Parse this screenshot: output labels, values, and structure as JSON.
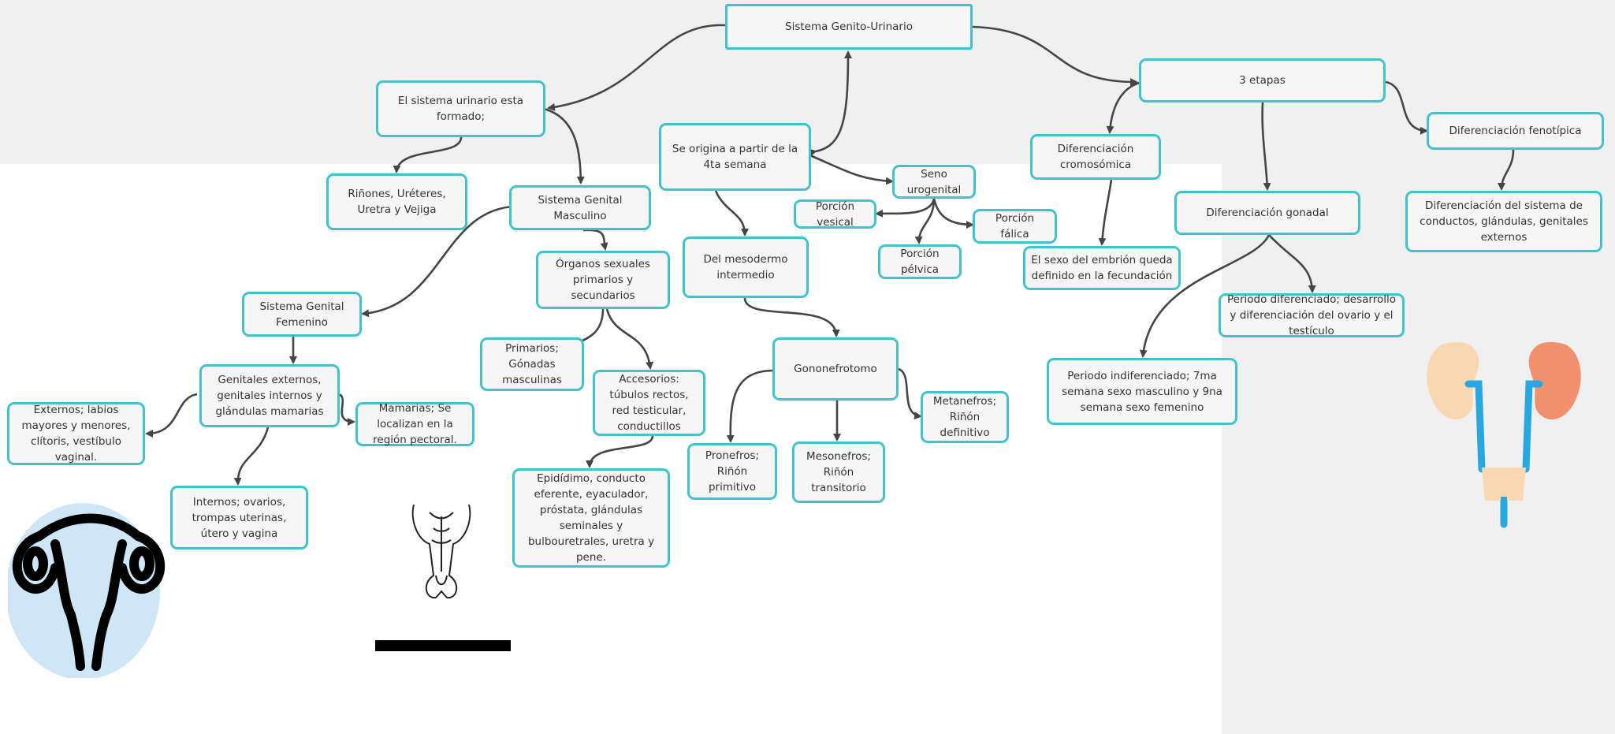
{
  "diagram": {
    "nodes": {
      "root": "Sistema Genito-Urinario",
      "urinario": "El sistema urinario esta formado;",
      "organos_urinarios": "Riñones, Uréteres, Uretra y Vejiga",
      "origen": "Se origina a partir de la 4ta semana",
      "masculino": "Sistema Genital Masculino",
      "femenino": "Sistema Genital Femenino",
      "fem_genitales": "Genitales externos, genitales internos y glándulas mamarias",
      "fem_externos": "Externos; labios mayores y menores, clítoris, vestíbulo vaginal.",
      "fem_mamarias": "Mamarias; Se localizan en la región pectoral.",
      "fem_internos": "Internos; ovarios, trompas uterinas, útero y vagina",
      "organos_sexuales": "Órganos sexuales primarios y secundarios",
      "primarios": "Primarios; Gónadas masculinas",
      "accesorios": "Accesorios: túbulos rectos, red testicular, conductillos",
      "epididimo": "Epidídimo, conducto eferente, eyaculador, próstata, glándulas seminales y bulbouretrales, uretra y pene.",
      "mesodermo": "Del mesodermo intermedio",
      "gononefrotomo": "Gononefrotomo",
      "pronefros": "Pronefros; Riñón primitivo",
      "mesonefros": "Mesonefros; Riñón transitorio",
      "metanefros": "Metanefros; Riñón definitivo",
      "seno": "Seno urogenital",
      "vesical": "Porción vesical",
      "falica": "Porción fálica",
      "pelvica": "Porción pélvica",
      "etapas": "3 etapas",
      "cromosomica": "Diferenciación cromosómica",
      "sexo_embrion": "El sexo del embrión queda definido en la fecundación",
      "gonadal": "Diferenciación gonadal",
      "periodo_dif": "Periodo diferenciado; desarrollo y diferenciación del ovario y el testículo",
      "periodo_indif": "Periodo indiferenciado; 7ma semana sexo masculino y 9na semana sexo femenino",
      "fenotipica": "Diferenciación fenotípica",
      "dif_sistema": "Diferenciación del sistema de conductos, glándulas, genitales externos"
    },
    "colors": {
      "node_border": "#3fc3cf",
      "node_fill": "#f6f6f6",
      "connector": "#454545",
      "background_gray": "#f0f0f0",
      "kidney_left": "#f9d8b1",
      "kidney_right": "#f1906c",
      "ureter": "#27a8e0",
      "uterus_circle": "#cfe6f7"
    },
    "illustrations": [
      "uterus-icon",
      "male-reproductive-icon",
      "kidneys-icon"
    ]
  }
}
